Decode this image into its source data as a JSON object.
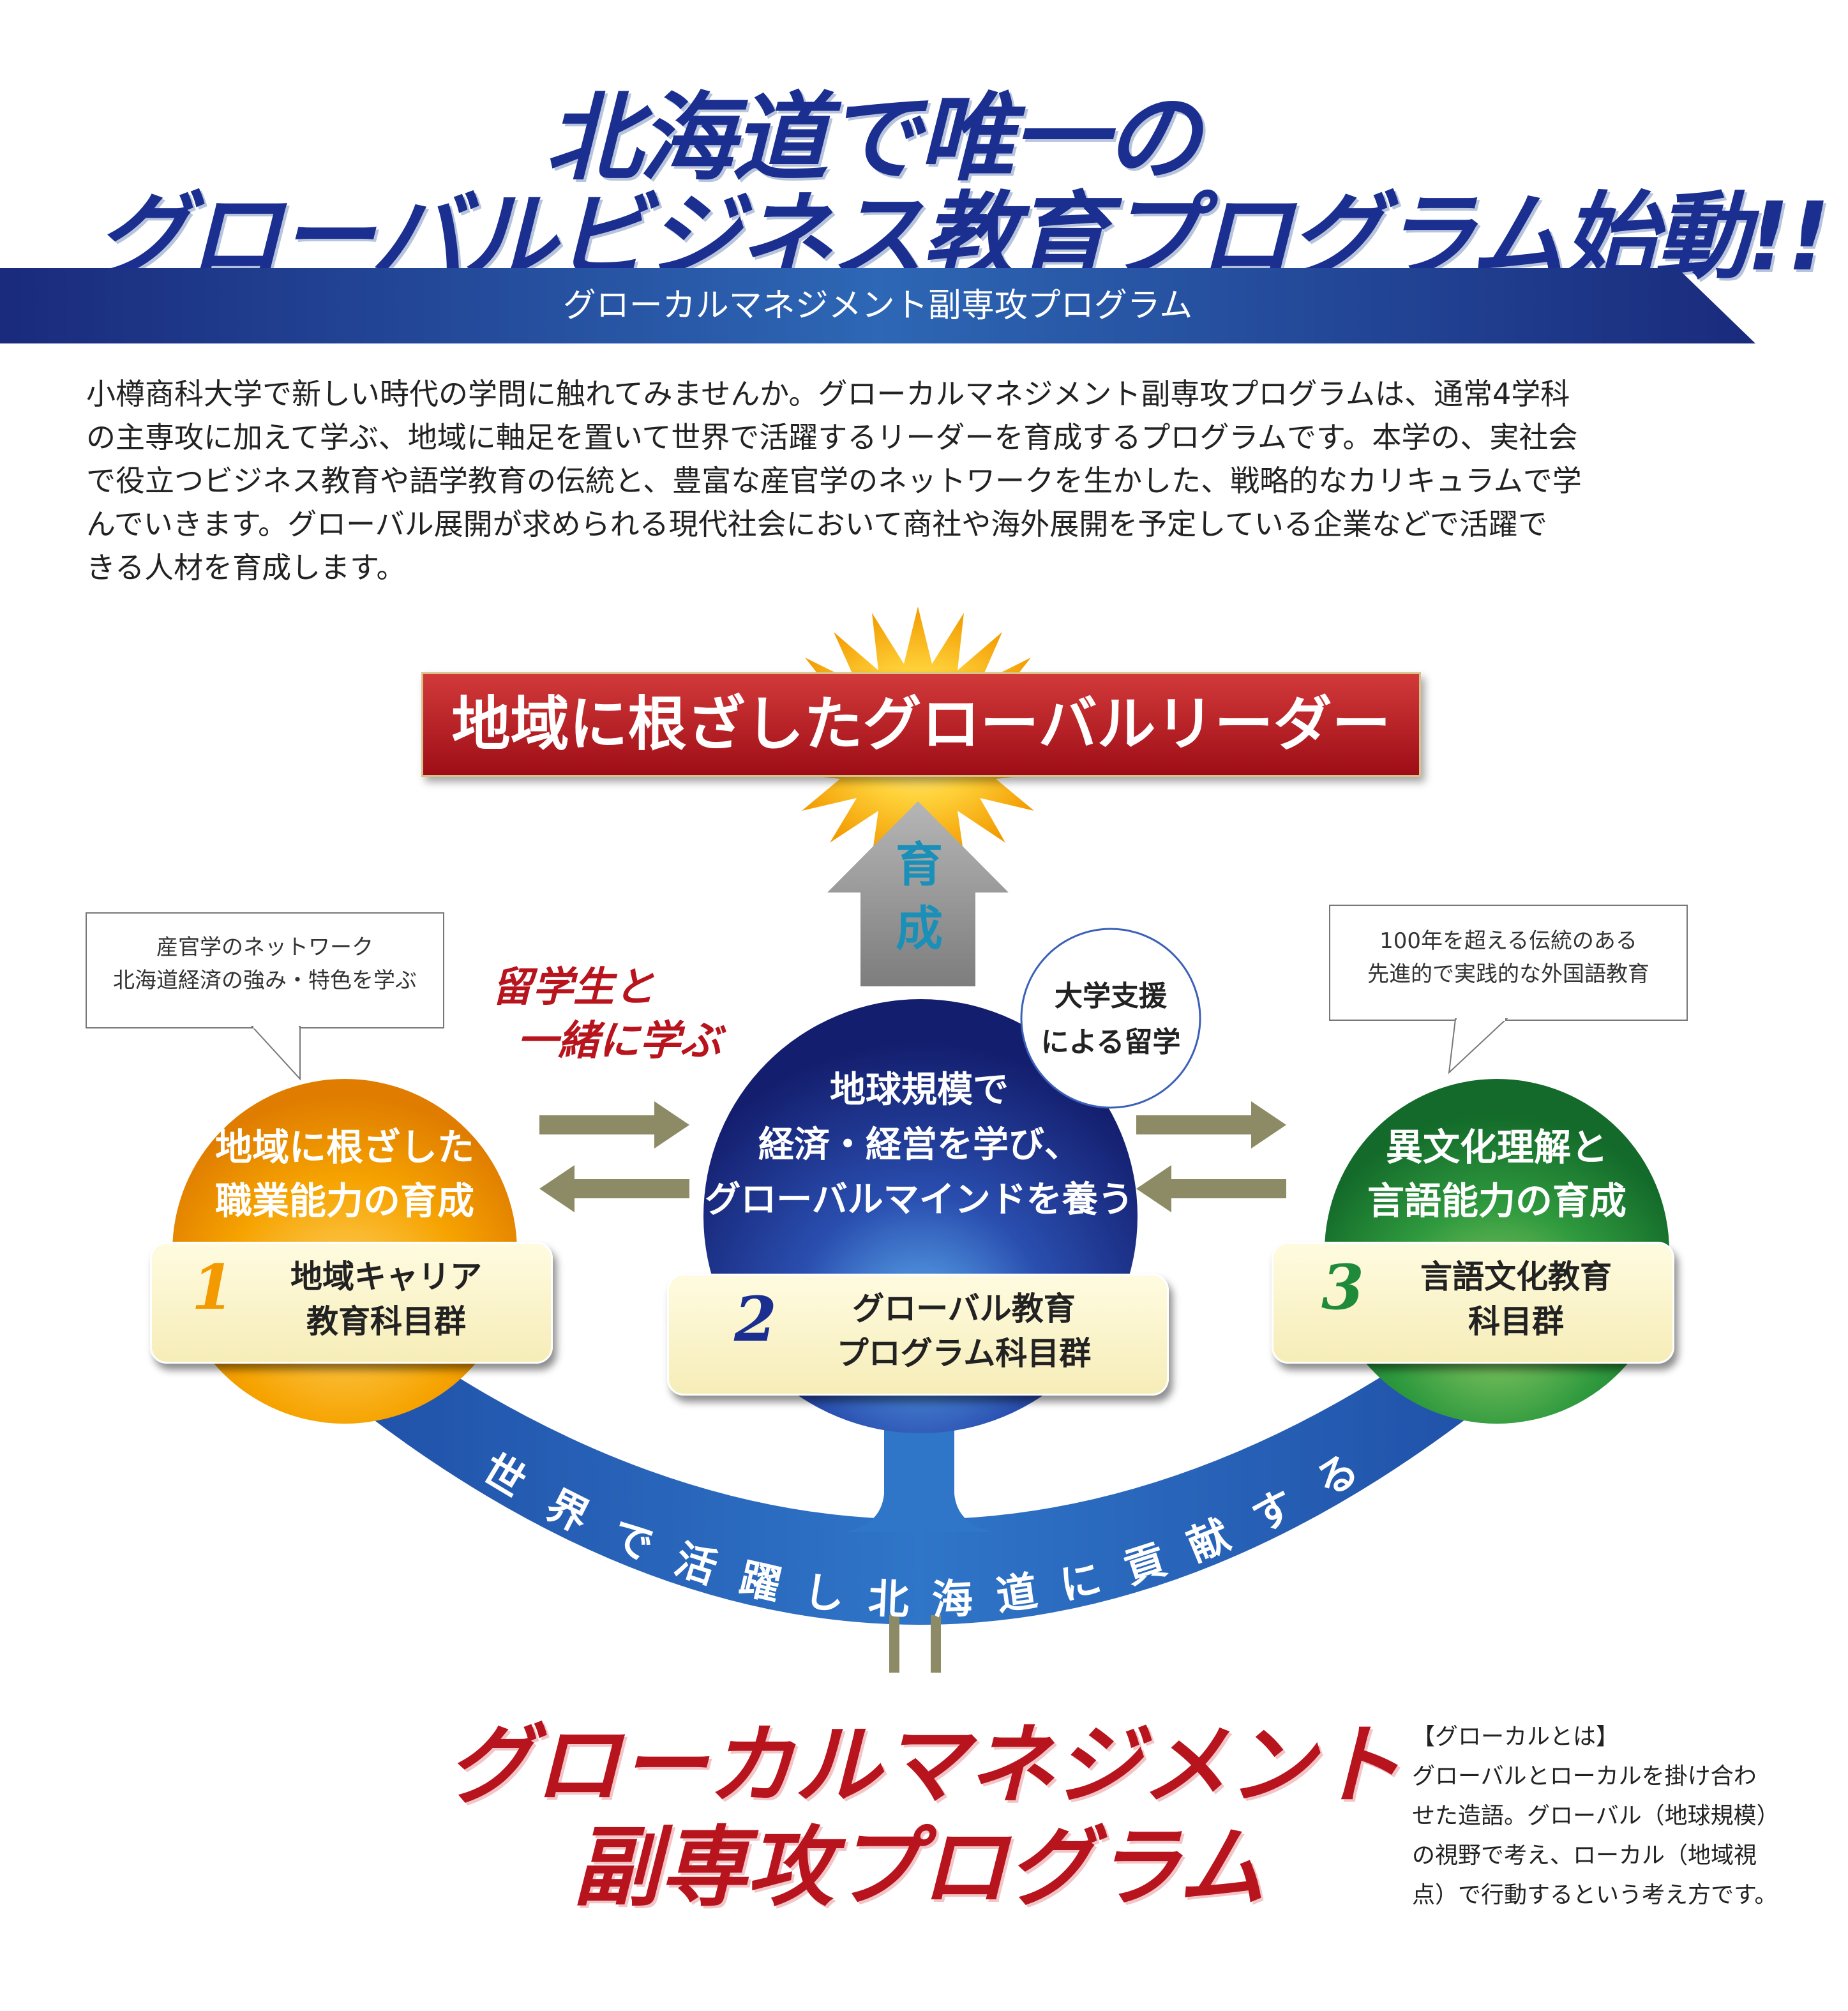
{
  "header": {
    "headline_line1": "北海道で唯一の",
    "headline_line2": "グローバルビジネス教育プログラム始動!!",
    "subtitle": "グローカルマネジメント副専攻プログラム"
  },
  "intro": {
    "lines": [
      "小樽商科大学で新しい時代の学問に触れてみませんか。グローカルマネジメント副専攻プログラムは、通常4学科",
      "の主専攻に加えて学ぶ、地域に軸足を置いて世界で活躍するリーダーを育成するプログラムです。本学の、実社会",
      "で役立つビジネス教育や語学教育の伝統と、豊富な産官学のネットワークを生かした、戦略的なカリキュラムで学",
      "んでいきます。グローバル展開が求められる現代社会において商社や海外展開を予定している企業などで活躍で",
      "きる人材を育成します。"
    ]
  },
  "diagram": {
    "goal": "地域に根ざしたグローバルリーダー",
    "arrow_label": [
      "育",
      "成"
    ],
    "left_callout": [
      "産官学のネットワーク",
      "北海道経済の強み・特色を学ぶ"
    ],
    "right_callout": [
      "100年を超える伝統のある",
      "先進的で実践的な外国語教育"
    ],
    "study_with_intl": [
      "留学生と",
      "一緒に学ぶ"
    ],
    "study_abroad": [
      "大学支援",
      "による留学"
    ],
    "circles": {
      "left": {
        "title": [
          "地域に根ざした",
          "職業能力の育成"
        ],
        "num": "1",
        "subject": [
          "地域キャリア",
          "教育科目群"
        ]
      },
      "center": {
        "title": [
          "地球規模で",
          "経済・経営を学び、",
          "グローバルマインドを養う"
        ],
        "num": "2",
        "subject": [
          "グローバル教育",
          "プログラム科目群"
        ]
      },
      "right": {
        "title": [
          "異文化理解と",
          "言語能力の育成"
        ],
        "num": "3",
        "subject": [
          "言語文化教育",
          "科目群"
        ]
      }
    },
    "arc_text": [
      "世",
      "界",
      "で",
      "活",
      "躍",
      "し",
      "北",
      "海",
      "道",
      "に",
      "貢",
      "献",
      "す",
      "る"
    ],
    "equals": "=",
    "colors": {
      "navy": "#1a2f8f",
      "red": "#b8141e",
      "orange": "#f29a00",
      "green": "#1e8a3a",
      "blue": "#1f5fb0"
    }
  },
  "bottom": {
    "title_line1": "グローカルマネジメント",
    "title_line2": "副専攻プログラム"
  },
  "note": {
    "lines": [
      "【グローカルとは】",
      "グローバルとローカルを掛け合わ",
      "せた造語。グローバル（地球規模）",
      "の視野で考え、ローカル（地域視",
      "点）で行動するという考え方です。"
    ]
  }
}
